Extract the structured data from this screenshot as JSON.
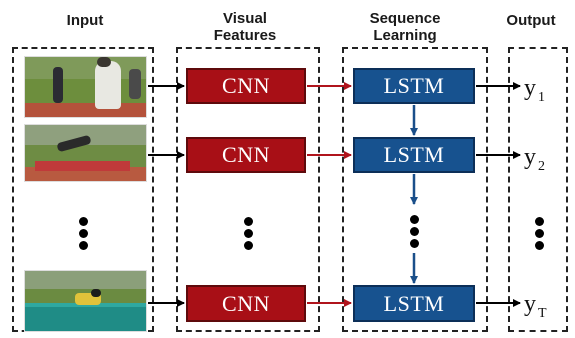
{
  "columns": {
    "input": "Input",
    "visual_features": "Visual\nFeatures",
    "sequence_learning": "Sequence\nLearning",
    "output": "Output"
  },
  "rows": [
    {
      "cnn_label": "CNN",
      "lstm_label": "LSTM",
      "output_symbol": "y",
      "output_subscript": "1"
    },
    {
      "cnn_label": "CNN",
      "lstm_label": "LSTM",
      "output_symbol": "y",
      "output_subscript": "2"
    },
    {
      "cnn_label": "CNN",
      "lstm_label": "LSTM",
      "output_symbol": "y",
      "output_subscript": "T"
    }
  ],
  "colors": {
    "cnn_fill": "#a80f16",
    "lstm_fill": "#17528f",
    "cnn_to_lstm_arrow": "#b0141c",
    "lstm_to_lstm_arrow": "#1a4f8a",
    "other_arrows": "#000000"
  }
}
